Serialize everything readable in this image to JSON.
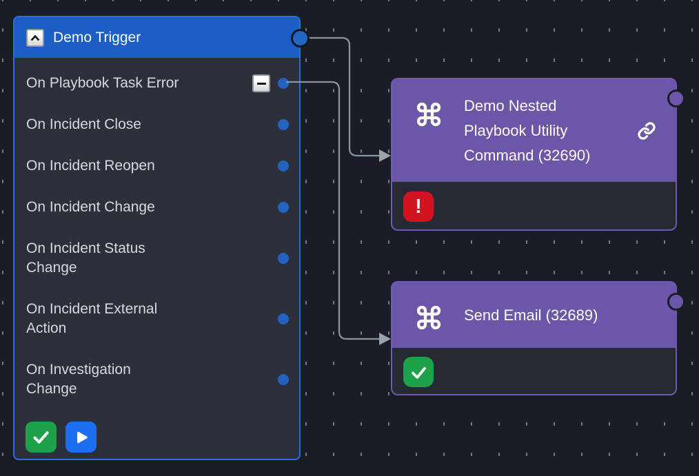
{
  "canvas": {
    "background_color": "#1a1d26",
    "grid_dash_color": "#767a82",
    "wire_color": "#8b95a1"
  },
  "trigger": {
    "title": "Demo Trigger",
    "header_color": "#1c5ec3",
    "body_color": "#2b303b",
    "border_color": "#2e6fd4",
    "port_color": "#2263c0",
    "outputs": [
      {
        "label": "On Playbook Task Error",
        "removable": true
      },
      {
        "label": "On Incident Close",
        "removable": false
      },
      {
        "label": "On Incident Reopen",
        "removable": false
      },
      {
        "label": "On Incident Change",
        "removable": false
      },
      {
        "label": "On Incident Status\nChange",
        "removable": false
      },
      {
        "label": "On Incident External\nAction",
        "removable": false
      },
      {
        "label": "On Investigation\nChange",
        "removable": false
      }
    ],
    "actions": [
      {
        "name": "confirm",
        "icon": "checkmark",
        "color": "#1da24b"
      },
      {
        "name": "run",
        "icon": "play-triangle",
        "color": "#1d6ff2"
      }
    ]
  },
  "nodes": [
    {
      "title": "Demo Nested\nPlaybook Utility\nCommand (32690)",
      "status": "error",
      "has_link_icon": true,
      "header_color": "#6b56a8",
      "border_color": "#7159b2",
      "status_color": "#d11322"
    },
    {
      "title": "Send Email (32689)",
      "status": "success",
      "has_link_icon": false,
      "header_color": "#6b56a8",
      "border_color": "#7159b2",
      "status_color": "#1da24b"
    }
  ],
  "icons": {
    "collapse": "chevron-up",
    "remove": "minus",
    "command": "command-symbol",
    "link": "chain-link",
    "error_glyph": "!",
    "success": "checkmark",
    "confirm": "checkmark",
    "run": "play-triangle"
  }
}
